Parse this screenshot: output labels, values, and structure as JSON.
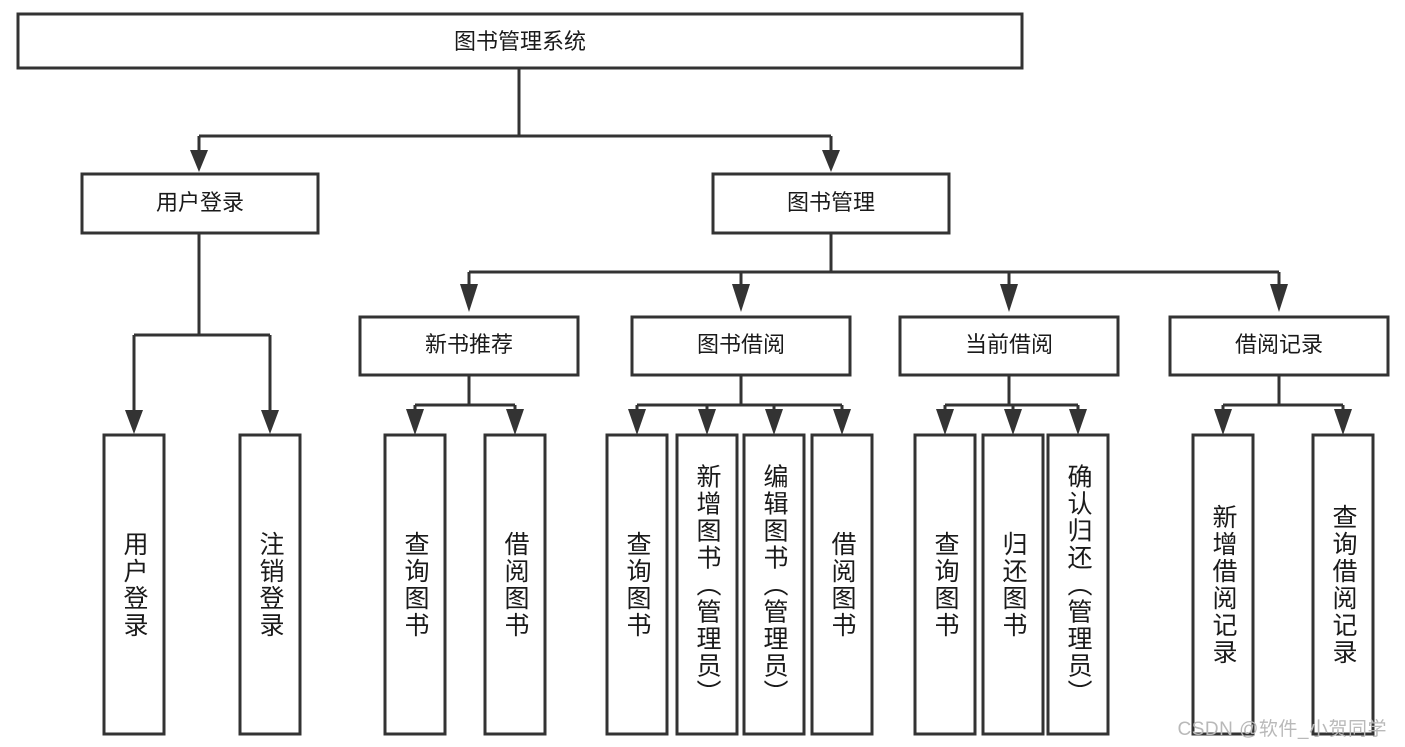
{
  "diagram": {
    "type": "tree-hierarchy-chart",
    "title": "图书管理系统",
    "watermark": "CSDN @软件_小贺同学",
    "colors": {
      "stroke": "#333333",
      "fill": "#ffffff",
      "text": "#1a1a1a",
      "watermark": "#b9b9b9",
      "background": "#ffffff"
    },
    "levels": {
      "root": {
        "label": "图书管理系统"
      },
      "level2": [
        {
          "label": "用户登录"
        },
        {
          "label": "图书管理"
        }
      ],
      "level3": [
        {
          "label": "新书推荐"
        },
        {
          "label": "图书借阅"
        },
        {
          "label": "当前借阅"
        },
        {
          "label": "借阅记录"
        }
      ],
      "leaves": {
        "user_login": [
          {
            "label": "用户登录"
          },
          {
            "label": "注销登录"
          }
        ],
        "new_book_recommend": [
          {
            "label": "查询图书"
          },
          {
            "label": "借阅图书"
          }
        ],
        "book_borrow": [
          {
            "label": "查询图书"
          },
          {
            "label": "新增图书（管理员）"
          },
          {
            "label": "编辑图书（管理员）"
          },
          {
            "label": "借阅图书"
          }
        ],
        "current_borrow": [
          {
            "label": "查询图书"
          },
          {
            "label": "归还图书"
          },
          {
            "label": "确认归还（管理员）"
          }
        ],
        "borrow_record": [
          {
            "label": "新增借阅记录"
          },
          {
            "label": "查询借阅记录"
          }
        ]
      }
    }
  }
}
